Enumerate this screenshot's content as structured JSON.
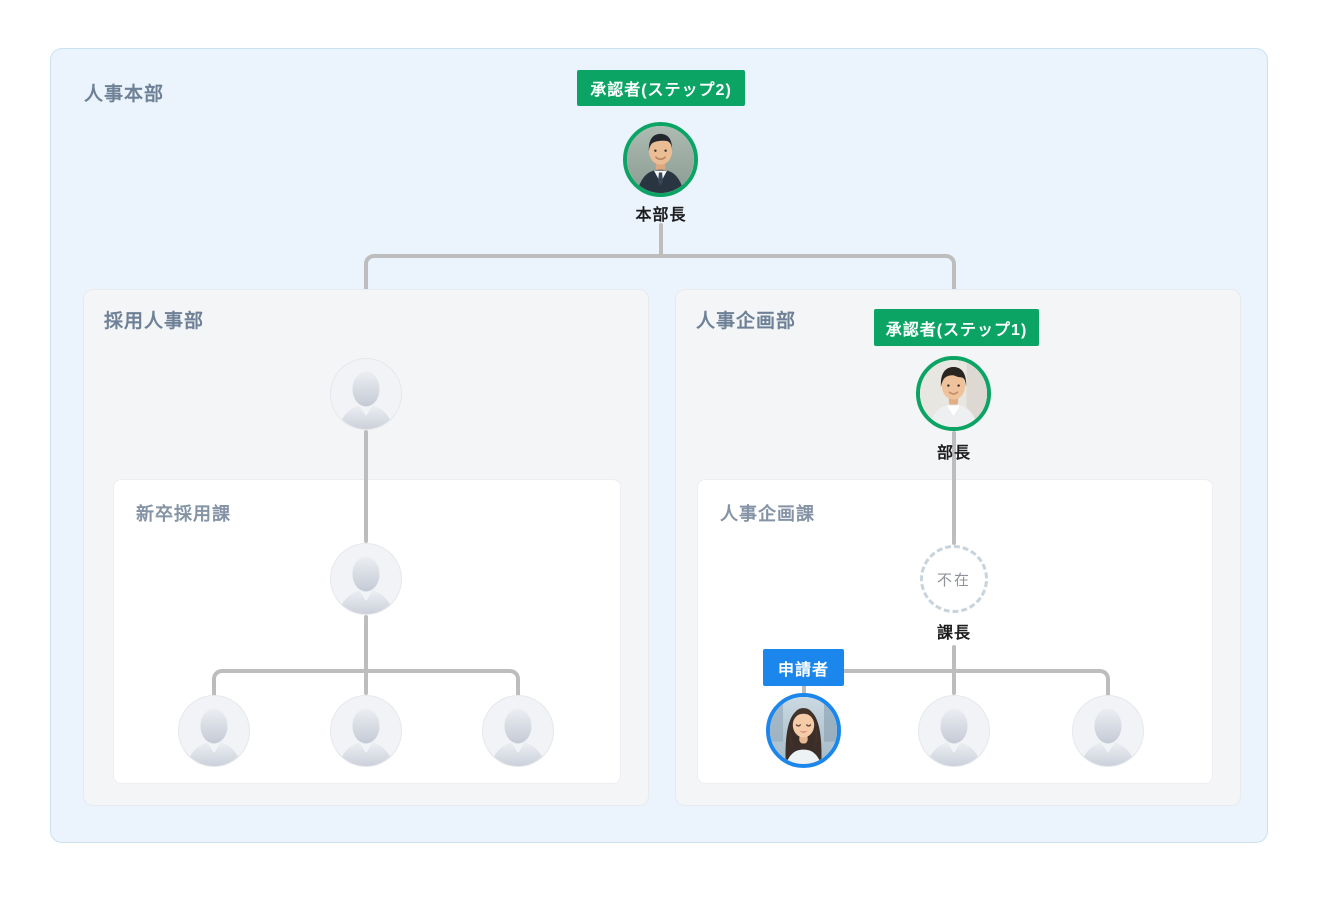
{
  "colors": {
    "approver_green": "#0CA464",
    "applicant_blue": "#1B86EC",
    "connector_gray": "#BDBDBD",
    "container_blue_bg": "#EBF4FC",
    "department_bg": "#F4F5F7",
    "section_bg": "#FFFFFF"
  },
  "org": {
    "title": "人事本部",
    "hq": {
      "badge": "承認者(ステップ2)",
      "person": "本部長"
    },
    "departments": [
      {
        "title": "採用人事部",
        "section": {
          "title": "新卒採用課"
        }
      },
      {
        "title": "人事企画部",
        "badge": "承認者(ステップ1)",
        "person": "部長",
        "section": {
          "title": "人事企画課",
          "lead": {
            "status": "不在",
            "label": "課長"
          },
          "applicant_badge": "申請者"
        }
      }
    ]
  }
}
